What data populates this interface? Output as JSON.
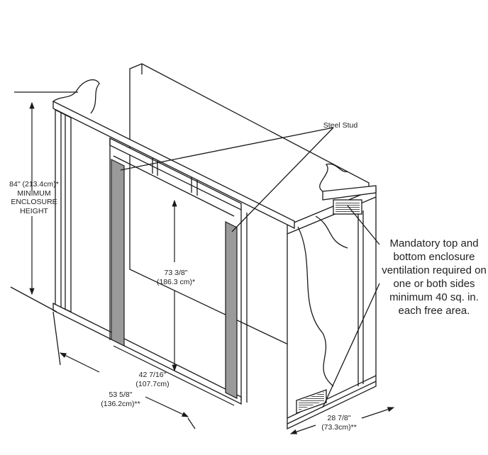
{
  "labels": {
    "enclosure_height": [
      "84\" (213.4cm)*",
      "MINIMUM",
      "ENCLOSURE",
      "HEIGHT"
    ],
    "steel_stud": "Steel Stud",
    "opening_height": [
      "73 3/8\"",
      "(186.3 cm)*"
    ],
    "opening_width": [
      "42 7/16\"",
      "(107.7cm)"
    ],
    "overall_width": [
      "53 5/8\"",
      "(136.2cm)**"
    ],
    "depth": [
      "28 7/8\"",
      "(73.3cm)**"
    ],
    "ventilation_note": [
      "Mandatory top and",
      "bottom enclosure",
      "ventilation required on",
      "one or both sides",
      "minimum 40 sq. in.",
      "each free area."
    ]
  }
}
